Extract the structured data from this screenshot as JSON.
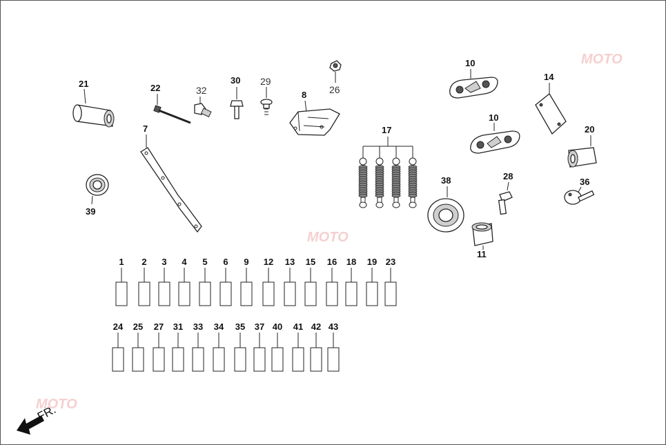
{
  "callouts": {
    "c21": "21",
    "c22": "22",
    "c32": "32",
    "c30": "30",
    "c29": "29",
    "c26": "26",
    "c8": "8",
    "c7": "7",
    "c39": "39",
    "c17": "17",
    "c10a": "10",
    "c10b": "10",
    "c14": "14",
    "c20": "20",
    "c28": "28",
    "c36": "36",
    "c38": "38",
    "c11": "11"
  },
  "grid_row1": [
    "1",
    "2",
    "3",
    "4",
    "5",
    "6",
    "9",
    "12",
    "13",
    "15",
    "16",
    "18",
    "19",
    "23"
  ],
  "grid_row2": [
    "24",
    "25",
    "27",
    "31",
    "33",
    "34",
    "35",
    "37",
    "40",
    "41",
    "42",
    "43"
  ],
  "direction_label": "FR.",
  "watermark": "MOTO"
}
